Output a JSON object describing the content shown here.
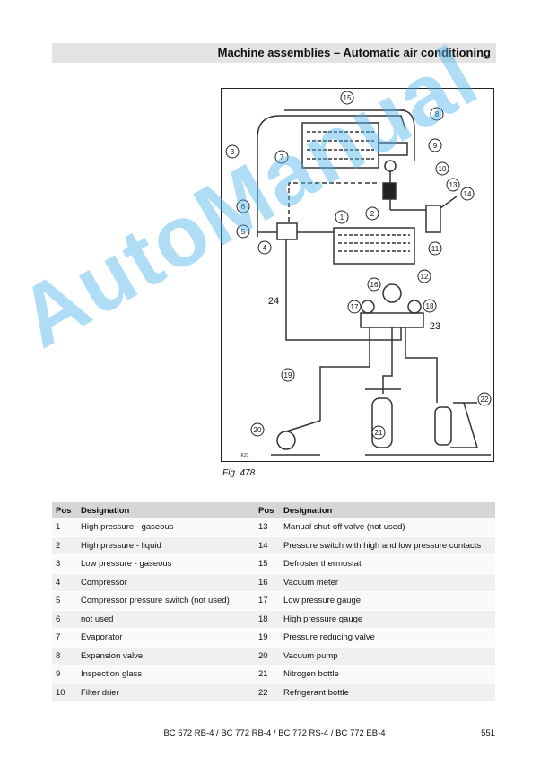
{
  "header": {
    "title": "Machine assemblies – Automatic air conditioning"
  },
  "figure": {
    "caption": "Fig.  478",
    "image_code": "K21",
    "callouts": [
      "1",
      "2",
      "3",
      "4",
      "5",
      "6",
      "7",
      "8",
      "9",
      "10",
      "11",
      "12",
      "13",
      "14",
      "15",
      "16",
      "17",
      "18",
      "19",
      "20",
      "21",
      "22",
      "23",
      "24"
    ]
  },
  "watermark": "AutoManual",
  "table": {
    "headers": {
      "pos": "Pos",
      "designation": "Designation"
    },
    "rows": [
      {
        "pos_l": "1",
        "des_l": "High pressure - gaseous",
        "pos_r": "13",
        "des_r": "Manual shut-off valve (not used)"
      },
      {
        "pos_l": "2",
        "des_l": "High pressure - liquid",
        "pos_r": "14",
        "des_r": "Pressure switch with high and low pressure contacts"
      },
      {
        "pos_l": "3",
        "des_l": "Low pressure - gaseous",
        "pos_r": "15",
        "des_r": "Defroster thermostat"
      },
      {
        "pos_l": "4",
        "des_l": "Compressor",
        "pos_r": "16",
        "des_r": "Vacuum meter"
      },
      {
        "pos_l": "5",
        "des_l": "Compressor pressure switch (not used)",
        "pos_r": "17",
        "des_r": "Low pressure gauge"
      },
      {
        "pos_l": "6",
        "des_l": "not used",
        "pos_r": "18",
        "des_r": "High pressure gauge"
      },
      {
        "pos_l": "7",
        "des_l": "Evaporator",
        "pos_r": "19",
        "des_r": "Pressure reducing valve"
      },
      {
        "pos_l": "8",
        "des_l": "Expansion valve",
        "pos_r": "20",
        "des_r": "Vacuum pump"
      },
      {
        "pos_l": "9",
        "des_l": "Inspection glass",
        "pos_r": "21",
        "des_r": "Nitrogen bottle"
      },
      {
        "pos_l": "10",
        "des_l": "Filter drier",
        "pos_r": "22",
        "des_r": "Refrigerant bottle"
      }
    ]
  },
  "footer": {
    "models": "BC 672 RB-4 / BC 772 RB-4 / BC 772 RS-4 / BC 772 EB-4",
    "page": "551"
  }
}
